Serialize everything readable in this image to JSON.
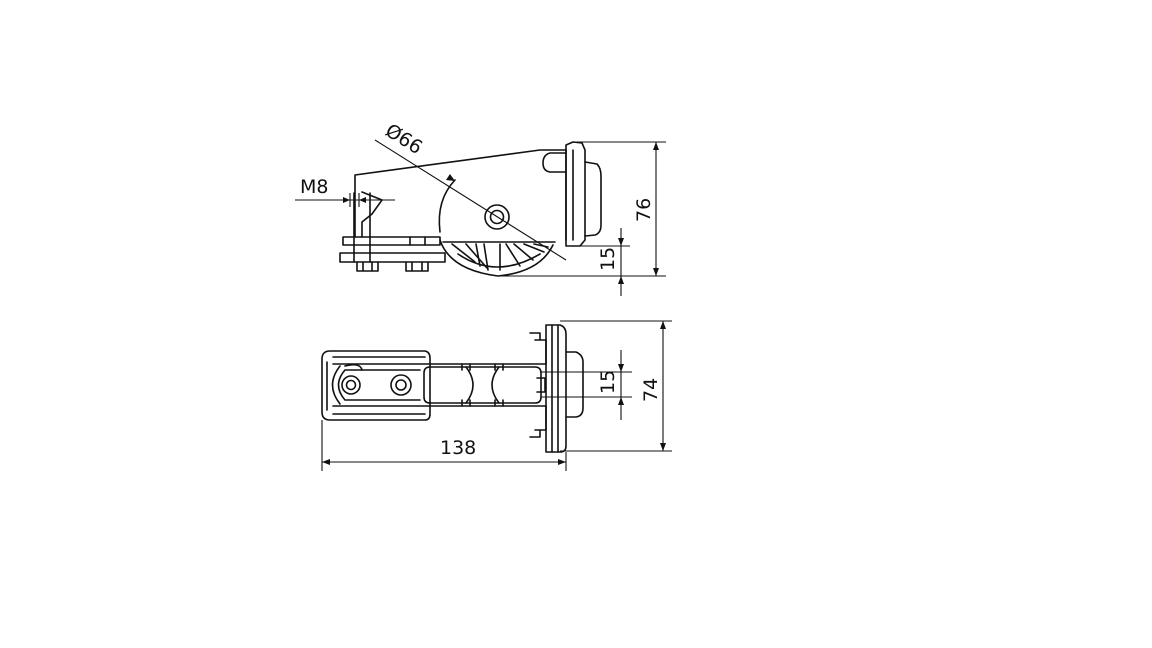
{
  "drawing": {
    "side_view": {
      "diameter_label": "Ø66",
      "thread_label": "M8",
      "height_label": "76",
      "axle_height_label": "15"
    },
    "top_view": {
      "length_label": "138",
      "width_label": "74",
      "axle_offset_label": "15"
    },
    "colors": {
      "line": "#111111",
      "background": "#ffffff"
    }
  }
}
